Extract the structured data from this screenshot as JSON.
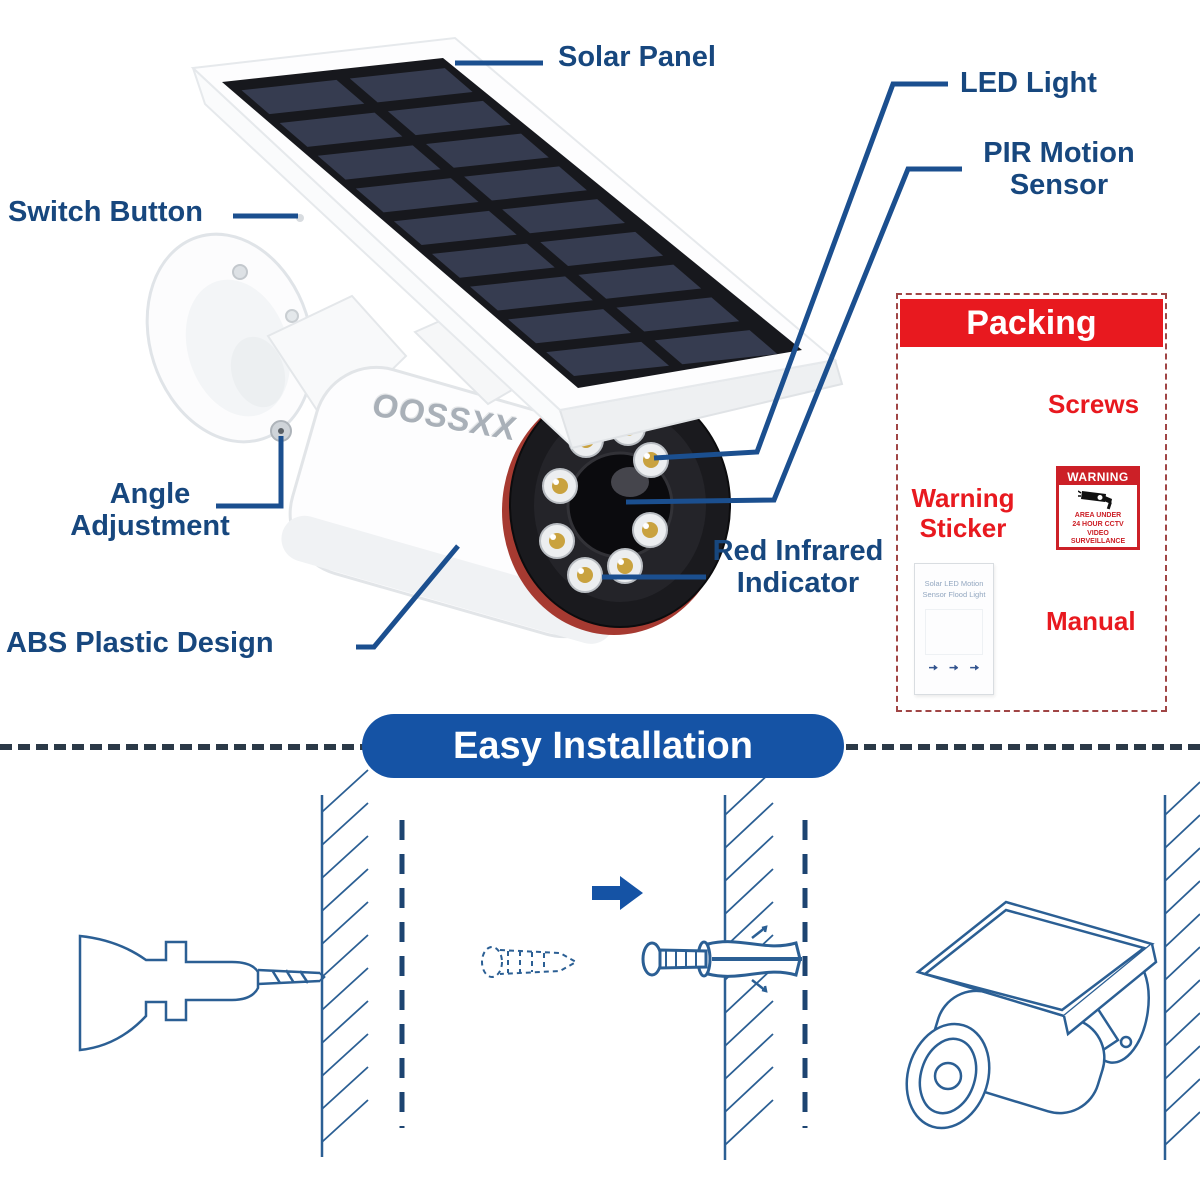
{
  "product": {
    "brand": "OOSSXX",
    "type_hint": "solar motion-sensor security light (bullet camera style)"
  },
  "colors": {
    "label_navy": "#17477E",
    "leader_navy": "#1B4F8F",
    "accent_red": "#E8191F",
    "banner_blue": "#1553A5",
    "lineart_blue": "#2B5F94",
    "anchor_green": "#2F9E44"
  },
  "callouts": {
    "solar_panel": "Solar Panel",
    "led_light": "LED Light",
    "pir_motion_sensor": "PIR Motion\nSensor",
    "switch_button": "Switch Button",
    "angle_adjustment": "Angle\nAdjustment",
    "abs_plastic_design": "ABS Plastic Design",
    "red_infrared_indicator": "Red Infrared\nIndicator"
  },
  "packing": {
    "title": "Packing",
    "screws_label": "Screws",
    "warning_sticker_label": "Warning\nSticker",
    "manual_label": "Manual",
    "sticker": {
      "title": "WARNING",
      "caption": "AREA UNDER\n24 HOUR CCTV\nVIDEO SURVEILLANCE"
    },
    "manual_doc": {
      "title": "Solar LED Motion\nSensor Flood Light"
    }
  },
  "installation": {
    "title": "Easy Installation"
  }
}
